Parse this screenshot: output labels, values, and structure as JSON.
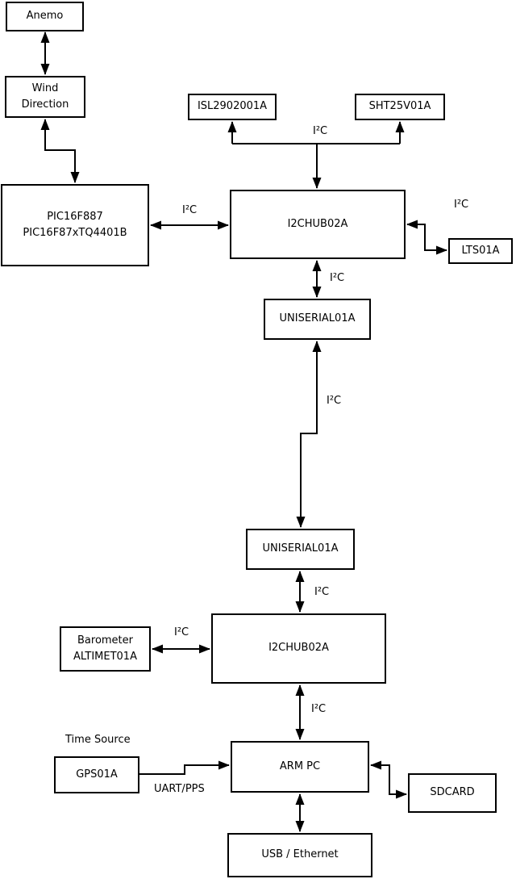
{
  "diagram": {
    "background_color": "#ffffff",
    "line_color": "#000000",
    "text_color": "#000000",
    "nodes": {
      "anemo": {
        "label": "Anemo"
      },
      "wind_direction": {
        "lines": [
          "Wind",
          "Direction"
        ]
      },
      "pic": {
        "lines": [
          "PIC16F887",
          "PIC16F87xTQ4401B"
        ]
      },
      "isl": {
        "label": "ISL2902001A"
      },
      "sht": {
        "label": "SHT25V01A"
      },
      "i2chub_top": {
        "label": "I2CHUB02A"
      },
      "lts": {
        "label": "LTS01A"
      },
      "uniserial_top": {
        "label": "UNISERIAL01A"
      },
      "uniserial_bottom": {
        "label": "UNISERIAL01A"
      },
      "i2chub_bottom": {
        "label": "I2CHUB02A"
      },
      "barometer": {
        "lines": [
          "Barometer",
          "ALTIMET01A"
        ]
      },
      "gps": {
        "label": "GPS01A"
      },
      "arm_pc": {
        "label": "ARM PC"
      },
      "sdcard": {
        "label": "SDCARD"
      },
      "usb_ethernet": {
        "label": "USB / Ethernet"
      }
    },
    "edge_labels": {
      "i2c": "I²C",
      "time_source": "Time Source",
      "uart_pps": "UART/PPS"
    }
  }
}
